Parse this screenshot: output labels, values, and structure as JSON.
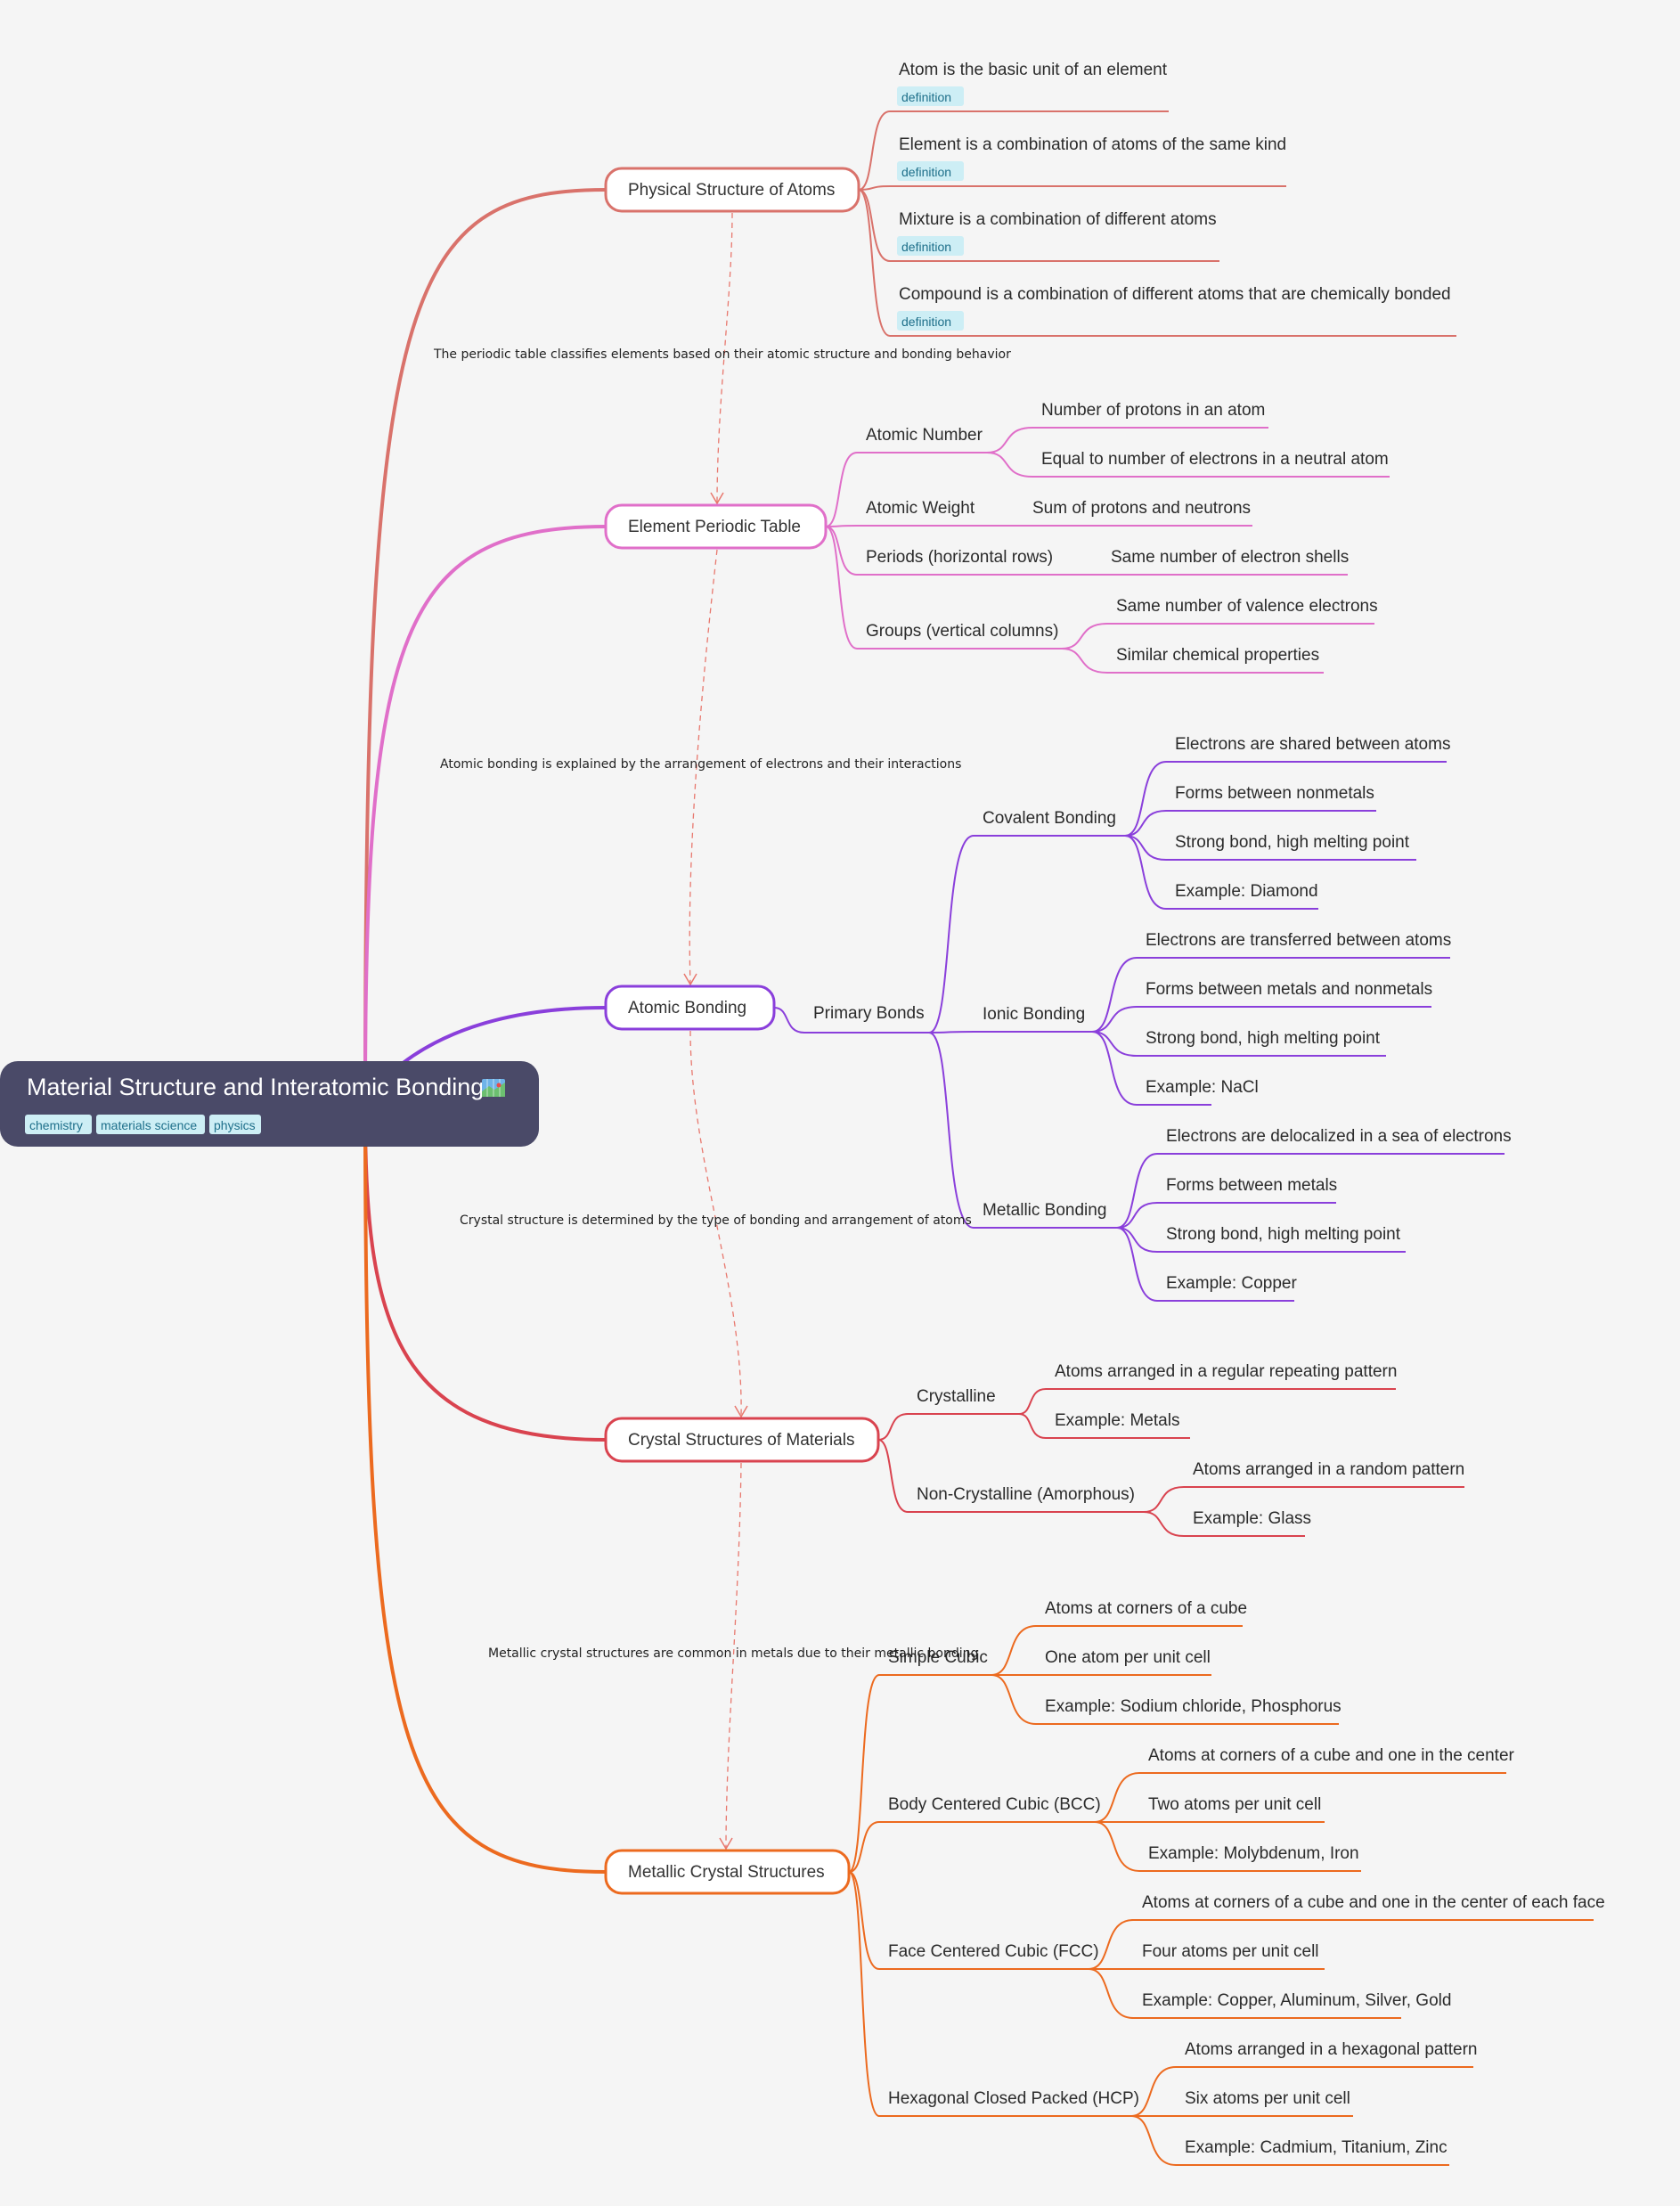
{
  "root": {
    "title": "Material Structure and Interatomic Bonding",
    "icon": "map-emoji-icon",
    "tags": [
      "chemistry",
      "materials science",
      "physics"
    ]
  },
  "branches": [
    {
      "label": "Physical Structure of Atoms",
      "color": "#d9726b",
      "children": [
        {
          "label": "Atom is the basic unit of an element",
          "tag": "definition"
        },
        {
          "label": "Element is a combination of atoms of the same kind",
          "tag": "definition"
        },
        {
          "label": "Mixture is a combination of different atoms",
          "tag": "definition"
        },
        {
          "label": "Compound is a combination of different atoms that are chemically bonded",
          "tag": "definition"
        }
      ]
    },
    {
      "label": "Element Periodic Table",
      "color": "#e06fc9",
      "children": [
        {
          "label": "Atomic Number",
          "children": [
            {
              "label": "Number of protons in an atom"
            },
            {
              "label": "Equal to number of electrons in a neutral atom"
            }
          ]
        },
        {
          "label": "Atomic Weight",
          "children": [
            {
              "label": "Sum of protons and neutrons"
            }
          ]
        },
        {
          "label": "Periods (horizontal rows)",
          "children": [
            {
              "label": "Same number of electron shells"
            }
          ]
        },
        {
          "label": "Groups (vertical columns)",
          "children": [
            {
              "label": "Same number of valence electrons"
            },
            {
              "label": "Similar chemical properties"
            }
          ]
        }
      ]
    },
    {
      "label": "Atomic Bonding",
      "color": "#8a3fdb",
      "children": [
        {
          "label": "Primary Bonds",
          "children": [
            {
              "label": "Covalent Bonding",
              "children": [
                {
                  "label": "Electrons are shared between atoms"
                },
                {
                  "label": "Forms between nonmetals"
                },
                {
                  "label": "Strong bond, high melting point"
                },
                {
                  "label": "Example: Diamond"
                }
              ]
            },
            {
              "label": "Ionic Bonding",
              "children": [
                {
                  "label": "Electrons are transferred between atoms"
                },
                {
                  "label": "Forms between metals and nonmetals"
                },
                {
                  "label": "Strong bond, high melting point"
                },
                {
                  "label": "Example: NaCl"
                }
              ]
            },
            {
              "label": "Metallic Bonding",
              "children": [
                {
                  "label": "Electrons are delocalized in a sea of electrons"
                },
                {
                  "label": "Forms between metals"
                },
                {
                  "label": "Strong bond, high melting point"
                },
                {
                  "label": "Example: Copper"
                }
              ]
            }
          ]
        }
      ]
    },
    {
      "label": "Crystal Structures of Materials",
      "color": "#d9434f",
      "children": [
        {
          "label": "Crystalline",
          "children": [
            {
              "label": "Atoms arranged in a regular repeating pattern"
            },
            {
              "label": "Example: Metals"
            }
          ]
        },
        {
          "label": "Non-Crystalline (Amorphous)",
          "children": [
            {
              "label": "Atoms arranged in a random pattern"
            },
            {
              "label": "Example: Glass"
            }
          ]
        }
      ]
    },
    {
      "label": "Metallic Crystal Structures",
      "color": "#ec6a1f",
      "children": [
        {
          "label": "Simple Cubic",
          "children": [
            {
              "label": "Atoms at corners of a cube"
            },
            {
              "label": "One atom per unit cell"
            },
            {
              "label": "Example: Sodium chloride, Phosphorus"
            }
          ]
        },
        {
          "label": "Body Centered Cubic (BCC)",
          "children": [
            {
              "label": "Atoms at corners of a cube and one in the center"
            },
            {
              "label": "Two atoms per unit cell"
            },
            {
              "label": "Example: Molybdenum, Iron"
            }
          ]
        },
        {
          "label": "Face Centered Cubic (FCC)",
          "children": [
            {
              "label": "Atoms at corners of a cube and one in the center of each face"
            },
            {
              "label": "Four atoms per unit cell"
            },
            {
              "label": "Example: Copper, Aluminum, Silver, Gold"
            }
          ]
        },
        {
          "label": "Hexagonal Closed Packed (HCP)",
          "children": [
            {
              "label": "Atoms arranged in a hexagonal pattern"
            },
            {
              "label": "Six atoms per unit cell"
            },
            {
              "label": "Example: Cadmium, Titanium, Zinc"
            }
          ]
        }
      ]
    }
  ],
  "relationships": [
    "The periodic table classifies elements based on their atomic structure and bonding behavior",
    "Atomic bonding is explained by the arrangement of electrons and their interactions",
    "Crystal structure is determined by the type of bonding and arrangement of atoms",
    "Metallic crystal structures are common in metals due to their metallic bonding"
  ],
  "colors": {
    "background": "#f5f5f5",
    "root_fill": "#4a4a68",
    "tag_fill": "#cdeef5",
    "relationship_line": "#e8786e"
  }
}
